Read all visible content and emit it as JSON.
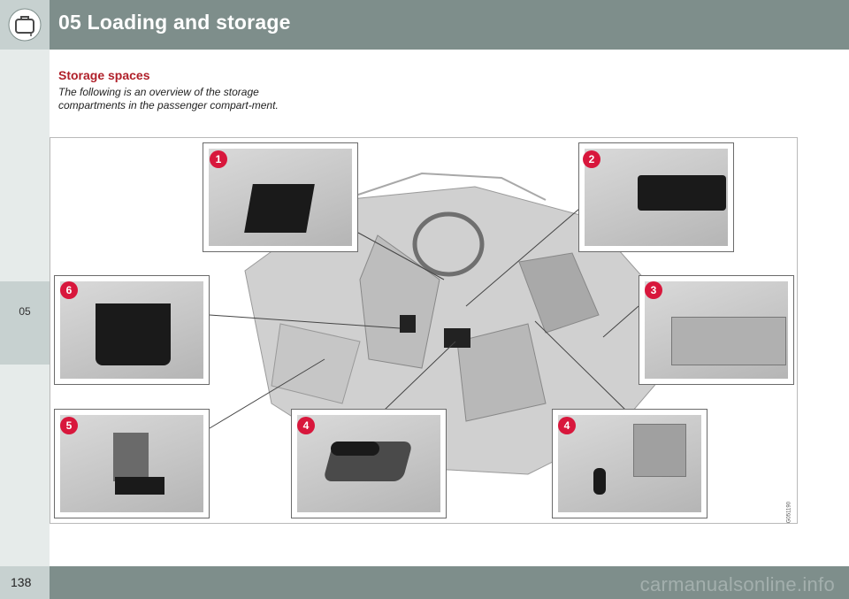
{
  "header": {
    "title": "05 Loading and storage",
    "icon": "suitcase-icon"
  },
  "side_tab": {
    "label": "05"
  },
  "section": {
    "title": "Storage spaces",
    "intro": "The following is an overview of the storage compartments in the passenger compart-ment."
  },
  "figure": {
    "code": "G051190",
    "callouts": [
      {
        "number": "1",
        "area": "front-door-pocket"
      },
      {
        "number": "2",
        "area": "under-seat-storage"
      },
      {
        "number": "3",
        "area": "glove-compartment"
      },
      {
        "number": "4",
        "area": "tunnel-console-armrest"
      },
      {
        "number": "4",
        "area": "tunnel-console-front"
      },
      {
        "number": "5",
        "area": "rear-armrest"
      },
      {
        "number": "6",
        "area": "seat-back-pocket"
      }
    ]
  },
  "footer": {
    "page_number": "138",
    "watermark": "carmanualsonline.info"
  },
  "colors": {
    "header": "#7e8e8b",
    "tab": "#c7d1d0",
    "accent": "#b0202a",
    "badge": "#d8173c"
  }
}
